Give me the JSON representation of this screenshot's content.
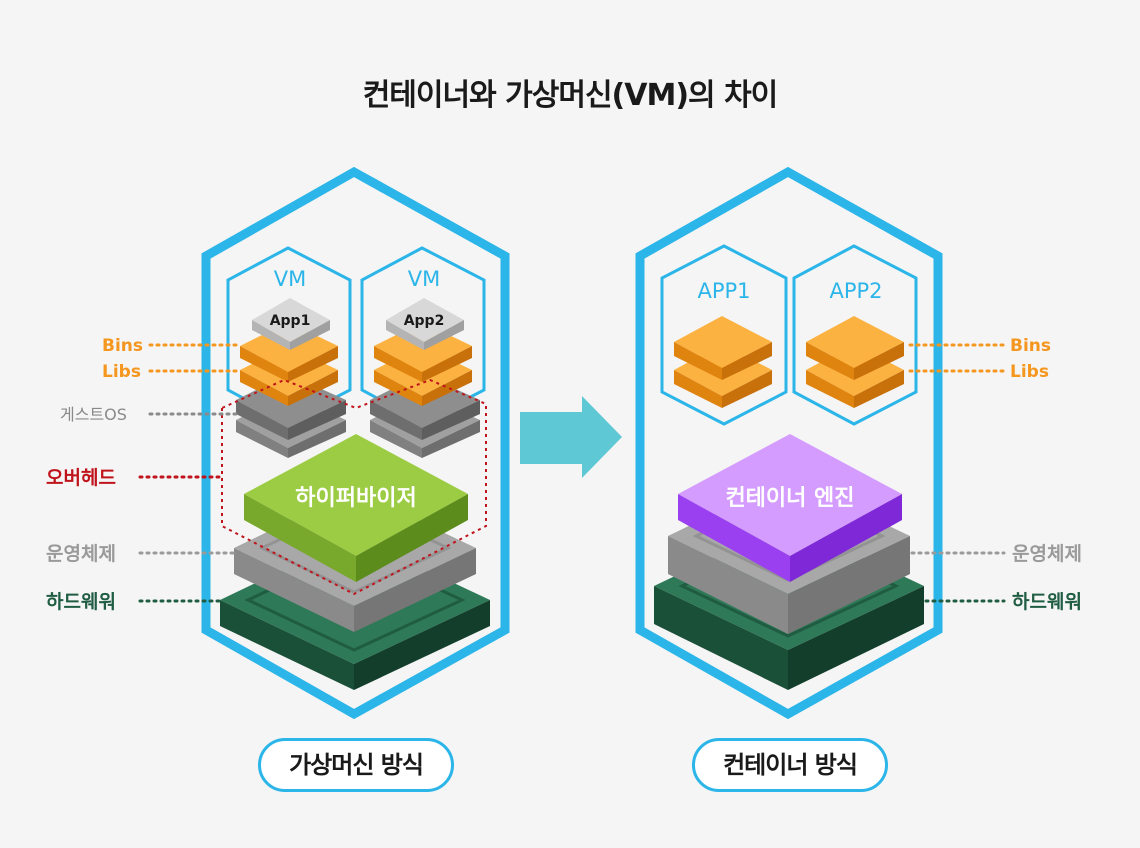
{
  "title": "컨테이너와 가상머신(VM)의 차이",
  "colors": {
    "accent": "#2bb5e8",
    "bins_libs": "#f5961e",
    "guest_os": "#8a8a8a",
    "overhead": "#c0141c",
    "os": "#9a9a9a",
    "hardware": "#1f5c42",
    "hypervisor": "#8cc63f",
    "engine": "#b266ff",
    "arrow": "#5ec8d5"
  },
  "vm_side": {
    "caption": "가상머신 방식",
    "vm_label": "VM",
    "apps": [
      "App1",
      "App2"
    ],
    "hypervisor": "하이퍼바이저",
    "labels": {
      "bins": "Bins",
      "libs": "Libs",
      "guest_os": "게스트OS",
      "overhead": "오버헤드",
      "os": "운영체제",
      "hardware": "하드웨워"
    }
  },
  "container_side": {
    "caption": "컨테이너 방식",
    "apps": [
      "APP1",
      "APP2"
    ],
    "engine": "컨테이너 엔진",
    "labels": {
      "bins": "Bins",
      "libs": "Libs",
      "os": "운영체제",
      "hardware": "하드웨워"
    }
  }
}
